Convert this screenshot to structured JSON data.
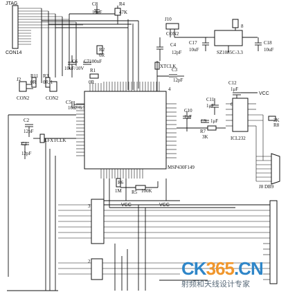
{
  "labels": {
    "jtag": "JTAG",
    "con14": "CON14",
    "c8": "C8",
    "c8_val": "10nF",
    "r4": "R4",
    "r4_val": "47K",
    "j10": "J10",
    "con2_top": "CON2",
    "c4": "C4",
    "c4_val": "12pF",
    "c17": "C17",
    "c17_val": "10uF",
    "c18": "C18",
    "c18_val": "10uF",
    "reg": "SZ1085C-3.3",
    "reg_pin": "8",
    "r2": "R2",
    "r2_val": "0R",
    "c6": "C6",
    "c6_val": "10uF/10V",
    "c7": "C7100nF",
    "r1": "R1",
    "r1_val": "0R",
    "j2": "J2",
    "r11": "R11",
    "r11_val": "0R",
    "r3": "R3",
    "r3_val": "0RJ1",
    "con2_left": "CON2",
    "con2_mid": "CON2",
    "c5": "C5",
    "c5_val": "10uF/6.3V",
    "xtclk": "XTCLK",
    "c3": "C3",
    "c3_val": "12pF",
    "mcu_pin4": "4",
    "mcu": "MSP430F149",
    "c2": "C2",
    "c2_val": "12pF",
    "c1": "C1",
    "c1_val": "12pF",
    "lfxtclk": "LFXTCLK",
    "c12": "C12",
    "c12_val": "1μF",
    "c11": "C11",
    "c11_val": "1μF",
    "c10": "C10",
    "c10_val": "1μF",
    "c9": "C9",
    "c9_val": "1μF",
    "ic6": "6",
    "r7": "R7",
    "r7_val": "3K",
    "r8": "R8",
    "r8_val": "3K",
    "icl232": "ICL232",
    "j8": "J8 DB9",
    "r6": "R6",
    "r6_val": "1M",
    "r5": "R5",
    "r5_val": "100K",
    "vcc1": "VCC",
    "vcc2": "VCC",
    "vcc3": "VCC",
    "u3": "3",
    "u2": "2"
  },
  "watermark": {
    "main_a": "CK",
    "main_b": "365",
    "main_c": ".CN",
    "sub": "射频和天线设计专家"
  },
  "colors": {
    "ink": "#111111",
    "wm_blue": "#2f86c8",
    "wm_orange": "#f0962c",
    "wm_gray": "#8a9aa8"
  }
}
